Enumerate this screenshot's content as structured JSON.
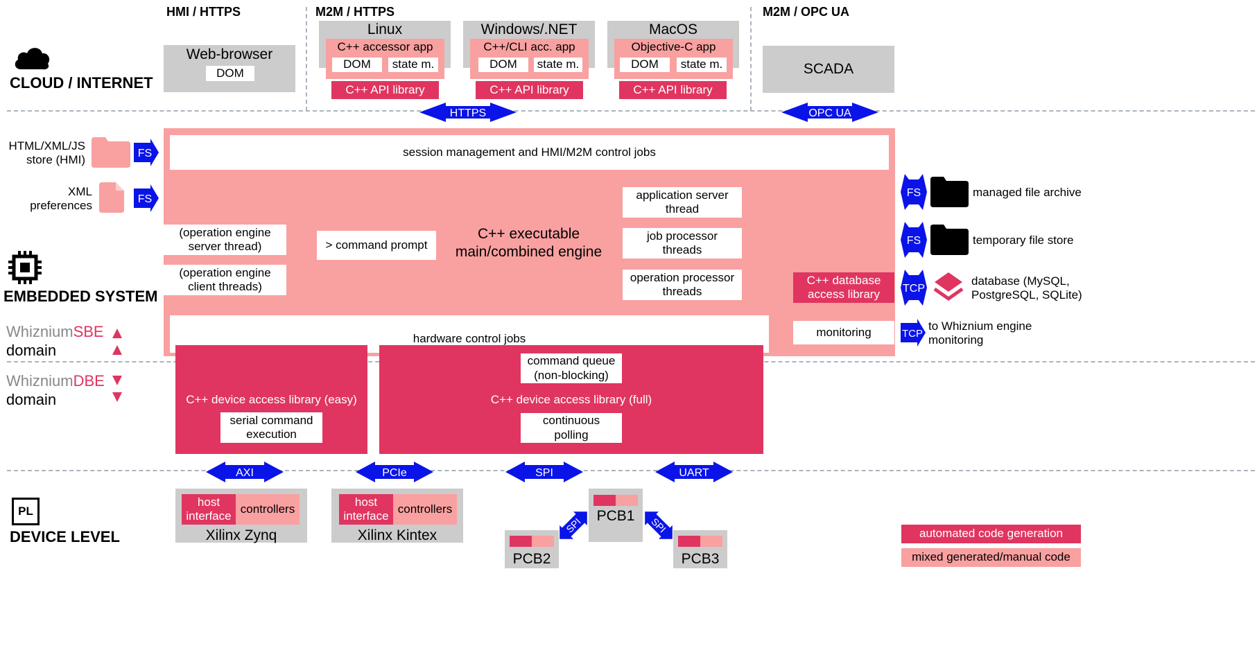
{
  "headers": {
    "hmi_https": "HMI / HTTPS",
    "m2m_https": "M2M / HTTPS",
    "m2m_opcua": "M2M / OPC UA"
  },
  "levels": {
    "cloud": "CLOUD / INTERNET",
    "embedded": "EMBEDDED SYSTEM",
    "device": "DEVICE LEVEL",
    "device_badge": "PL"
  },
  "domains": {
    "sbe_prefix": "Whiznium",
    "sbe_suffix": "SBE",
    "dbe_prefix": "Whiznium",
    "dbe_suffix": "DBE",
    "domain_word": "domain"
  },
  "cloud": {
    "web_browser": "Web-browser",
    "web_dom": "DOM",
    "clients": [
      {
        "os": "Linux",
        "app": "C++ accessor app",
        "dom": "DOM",
        "state": "state m.",
        "api": "C++ API library"
      },
      {
        "os": "Windows/.NET",
        "app": "C++/CLI acc. app",
        "dom": "DOM",
        "state": "state m.",
        "api": "C++ API library"
      },
      {
        "os": "MacOS",
        "app": "Objective-C app",
        "dom": "DOM",
        "state": "state m.",
        "api": "C++ API library"
      }
    ],
    "scada": "SCADA"
  },
  "protocols": {
    "https": "HTTPS",
    "opcua": "OPC UA",
    "fs": "FS",
    "tcp": "TCP",
    "axi": "AXI",
    "pcie": "PCIe",
    "spi": "SPI",
    "uart": "UART"
  },
  "left_inputs": {
    "store_line1": "HTML/XML/JS",
    "store_line2": "store (HMI)",
    "prefs_line1": "XML",
    "prefs_line2": "preferences"
  },
  "engine": {
    "session": "session management and HMI/M2M control jobs",
    "main_line1": "C++ executable",
    "main_line2": "main/combined engine",
    "cmd_prompt": "> command prompt",
    "op_server_l1": "(operation engine",
    "op_server_l2": "server thread)",
    "op_client_l1": "(operation engine",
    "op_client_l2": "client threads)",
    "app_server_l1": "application server",
    "app_server_l2": "thread",
    "job_proc_l1": "job processor",
    "job_proc_l2": "threads",
    "op_proc_l1": "operation  processor",
    "op_proc_l2": "threads",
    "db_lib_l1": "C++ database",
    "db_lib_l2": "access library",
    "monitoring": "monitoring",
    "hw_jobs": "hardware control jobs"
  },
  "right_outputs": {
    "archive": "managed file archive",
    "temp": "temporary file store",
    "db_l1": "database (MySQL,",
    "db_l2": "PostgreSQL, SQLite)",
    "mon_l1": "to Whiznium engine",
    "mon_l2": "monitoring"
  },
  "device_libs": {
    "easy": "C++ device access library (easy)",
    "serial_l1": "serial command",
    "serial_l2": "execution",
    "full": "C++ device access library (full)",
    "queue_l1": "command queue",
    "queue_l2": "(non-blocking)",
    "poll_l1": "continuous",
    "poll_l2": "polling"
  },
  "hardware": {
    "host_l1": "host",
    "host_l2": "interface",
    "controllers": "controllers",
    "zynq": "Xilinx Zynq",
    "kintex": "Xilinx Kintex",
    "pcb1": "PCB1",
    "pcb2": "PCB2",
    "pcb3": "PCB3"
  },
  "legend": {
    "auto": "automated code generation",
    "mixed": "mixed generated/manual code"
  },
  "colors": {
    "crimson": "#e03560",
    "salmon": "#f9a0a0",
    "grey": "#cccccc",
    "blue": "#0a14e8"
  }
}
